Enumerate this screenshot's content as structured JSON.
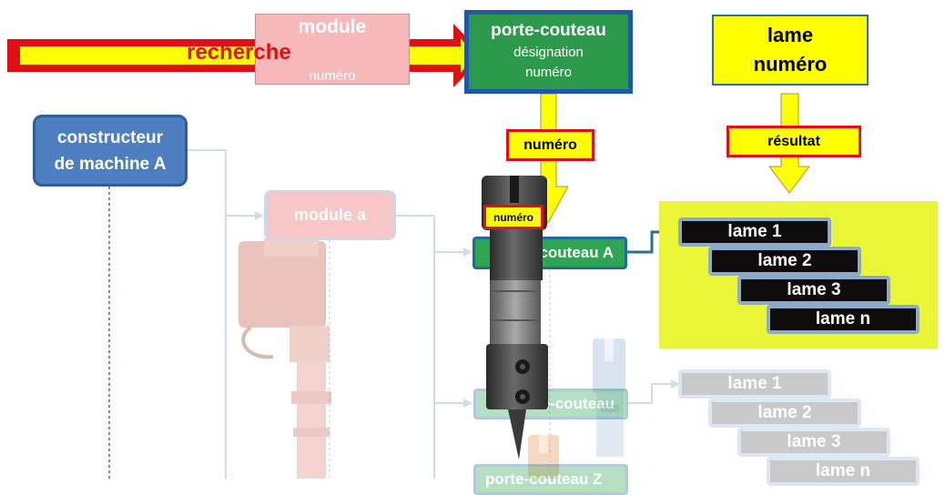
{
  "top": {
    "module": {
      "title": "module",
      "sub": "numéro"
    },
    "porte_couteau": {
      "title": "porte-couteau",
      "line2": "désignation",
      "line3": "numéro"
    },
    "lame": {
      "line1": "lame",
      "line2": "numéro"
    },
    "recherche": "recherche"
  },
  "tags": {
    "numero": "numéro",
    "resultat": "résultat",
    "numero_small": "numéro"
  },
  "diagram": {
    "constructeur": {
      "line1": "constructeur",
      "line2": "de machine A"
    },
    "module_a": "module a",
    "porte_couteaux": [
      "porte-couteau  A",
      "porte-couteau",
      "porte-couteau Z"
    ],
    "result_lames": [
      "lame 1",
      "lame 2",
      "lame 3",
      "lame n"
    ],
    "faded_lames": [
      "lame 1",
      "lame 2",
      "lame 3",
      "lame n"
    ]
  },
  "colors": {
    "arrow_yellow": "#ffff00",
    "arrow_red": "#e01010",
    "porte_green": "#2c9a4a",
    "porte_border": "#1f58a8",
    "result_panel": "#e9f535",
    "constructeur_blue": "#4d7ebf"
  }
}
